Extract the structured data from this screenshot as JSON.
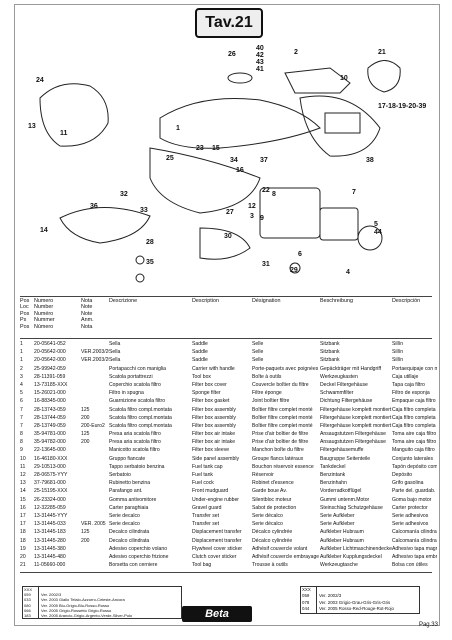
{
  "title": "Tav.21",
  "callouts": [
    "26",
    "40",
    "42",
    "43",
    "41",
    "2",
    "21",
    "24",
    "10",
    "11",
    "1",
    "17-18-19-20-39",
    "13",
    "25",
    "23",
    "15",
    "34",
    "37",
    "38",
    "16",
    "22",
    "8",
    "12",
    "7",
    "32",
    "9",
    "36",
    "33",
    "27",
    "3",
    "14",
    "5",
    "44",
    "30",
    "28",
    "31",
    "6",
    "29",
    "35",
    "4"
  ],
  "header": {
    "pos": [
      "Pos",
      "Loc",
      "Pos",
      "Ps",
      "Pos"
    ],
    "numero": [
      "Numero",
      "Number",
      "Numéro",
      "Nummer",
      "Número"
    ],
    "nota": [
      "Nota",
      "Note",
      "Note",
      "Anm.",
      "Nota"
    ],
    "it": "Descrizione",
    "en": "Description",
    "fr": "Désignation",
    "de": "Beschreibung",
    "es": "Descripción"
  },
  "rows": [
    [
      "1",
      "20-05641-052",
      "",
      "Sella",
      "Saddle",
      "Selle",
      "Sitzbank",
      "Sillín"
    ],
    [
      "1",
      "20-05642-000",
      "VER.2003/200",
      "Sella",
      "Saddle",
      "Selle",
      "Sitzbank",
      "Sillín"
    ],
    [
      "1",
      "20-05642-000",
      "VER.2003/200",
      "Sella",
      "Saddle",
      "Selle",
      "Sitzbank",
      "Sillín"
    ],
    [
      "2",
      "25-99942-059",
      "",
      "Portapacchi con maniglia",
      "Carrier with handle",
      "Porte-paquets avec poignées",
      "Gepäckträger mit Handgriff",
      "Portaequipaje con manilla"
    ],
    [
      "3",
      "28-11391-059",
      "",
      "Scatola portattrezzi",
      "Tool box",
      "Boîte à outils",
      "Werkzeugkasten",
      "Caja utillaje"
    ],
    [
      "4",
      "13-73185-XXX",
      "",
      "Coperchio scatola filtro",
      "Filter box cover",
      "Couvercle boîtier du filtre",
      "Deckel Filtergehäuse",
      "Tapa caja filtro"
    ],
    [
      "5",
      "15-26021-000",
      "",
      "Filtro in spugna",
      "Sponge filter",
      "Filtre éponge",
      "Schwammfilter",
      "Filtro de esponja"
    ],
    [
      "6",
      "16-88345-000",
      "",
      "Guarnizione scatola filtro",
      "Filter box gasket",
      "Joint boîtier filtre",
      "Dichtung Filtergehäuse",
      "Empaque caja filtro"
    ],
    [
      "7",
      "28-13743-059",
      "125",
      "Scatola filtro compl.montata",
      "Filter box assembly",
      "Boîtier filtre complet monté",
      "Filtergehäuse komplett montiert",
      "Caja filtro completa montada"
    ],
    [
      "7",
      "28-13744-059",
      "200",
      "Scatola filtro compl.montata",
      "Filter box assembly",
      "Boîtier filtre complet monté",
      "Filtergehäuse komplett montiert",
      "Caja filtro completa montada"
    ],
    [
      "7",
      "28-13749-059",
      "200-Euro2",
      "Scatola filtro compl.montata",
      "Filter box assembly",
      "Boîtier filtre complet monté",
      "Filtergehäuse komplett montiert",
      "Caja filtro completa montada"
    ],
    [
      "8",
      "35-94781-000",
      "125",
      "Presa aria scatola filtro",
      "Filter box air intake",
      "Prise d'air boîtier de filtre",
      "Ansaugstutzen Filtergehäuse",
      "Toma aire caja filtro"
    ],
    [
      "8",
      "35-94782-000",
      "200",
      "Presa aria scatola filtro",
      "Filter box air intake",
      "Prise d'air boîtier de filtre",
      "Ansaugstutzen Filtergehäuse",
      "Toma aire caja filtro"
    ],
    [
      "9",
      "22-13645-000",
      "",
      "Manicotto scatola filtro",
      "Filter box sleeve",
      "Manchon boîte du filtre",
      "Filtergehäusemuffe",
      "Manguito caja filtro"
    ],
    [
      "10",
      "16-46180-XXX",
      "",
      "Gruppo fiancate",
      "Side panel assembly",
      "Groupe flancs latéraux",
      "Baugruppe Seitenteile",
      "Conjunto laterales"
    ],
    [
      "11",
      "29-10513-000",
      "",
      "Tappo serbatoio benzina",
      "Fuel tank cap",
      "Bouchon réservoir essence",
      "Tankdeckel",
      "Tapón depósito combustible"
    ],
    [
      "12",
      "28-06575-YYY",
      "",
      "Serbatoio",
      "Fuel tank",
      "Réservoir",
      "Benzintank",
      "Depósito"
    ],
    [
      "13",
      "37-79681-000",
      "",
      "Rubinetto benzina",
      "Fuel cock",
      "Robinet d'essence",
      "Benzinhahn",
      "Grifo gasolina"
    ],
    [
      "14",
      "25-15195-XXX",
      "",
      "Parafango ant.",
      "Front mudguard",
      "Garde boue Av.",
      "Vorderradkotflügel",
      "Parte del. guardab."
    ],
    [
      "15",
      "26-23324-000",
      "",
      "Gomma antivomitore",
      "Under-engine rubber",
      "Silentbloc moteur",
      "Gummi untenm.Motor",
      "Goma bajo motor"
    ],
    [
      "16",
      "12-32285-059",
      "",
      "Carter paraghiaia",
      "Gravel guard",
      "Sabot de protection",
      "Steinschlag Schutzgehäuse",
      "Carter protector"
    ],
    [
      "17",
      "13-31445-YYY",
      "",
      "Serie decalco",
      "Transfer set",
      "Serie décalco",
      "Serie Aufkleber",
      "Serie adhesivos"
    ],
    [
      "17",
      "13-31445-033",
      "VER. 2005",
      "Serie decalco",
      "Transfer set",
      "Serie décalco",
      "Serie Aufkleber",
      "Serie adhesivos"
    ],
    [
      "18",
      "13-31445-183",
      "125",
      "Decalco cilindrata",
      "Displacement transfer",
      "Décalco cylindrée",
      "Aufkleber Hubraum",
      "Calcomanía cilindrada"
    ],
    [
      "18",
      "13-31445-280",
      "200",
      "Decalco cilindrata",
      "Displacement transfer",
      "Décalco cylindrée",
      "Aufkleber Hubraum",
      "Calcomanía cilindrada"
    ],
    [
      "19",
      "13-31445-380",
      "",
      "Adesivo coperchio volano",
      "Flywheel cover sticker",
      "Adhésif couvercle volant",
      "Aufkleber Lichtmaschinendeckel",
      "Adhesivo tapa magneto"
    ],
    [
      "20",
      "13-31445-480",
      "",
      "Adesivo coperchio frizione",
      "Clutch cover sticker",
      "Adhésif couvercle embrayage",
      "Aufkleber Kupplungsdeckel",
      "Adhesivo tapa embrague"
    ],
    [
      "21",
      "11-05660-000",
      "",
      "Borsetta con cerniere",
      "Tool bag",
      "Trousse à outils",
      "Werkzeugtasche",
      "Bolsa con útiles"
    ]
  ],
  "legend_left": {
    "head": [
      "XXX",
      ""
    ],
    "items": [
      [
        "059",
        "Ver. 2002/3"
      ],
      [
        "033",
        "Ver. 2003 Giallo Telaio-Azzurro-Celeste-Ancora"
      ],
      [
        "080",
        "Ver. 2005 Blu-Grigio-Blu-Rosso-Rosso"
      ],
      [
        "066",
        "Ver. 2005 Grigio-Rossetto Grigio-Rosso"
      ],
      [
        "183",
        "Ver. 2005 Arancio-Grigio-Argento-Verde-Silver-Polo"
      ]
    ]
  },
  "legend_right": {
    "head": "XXX",
    "items": [
      [
        "059",
        "Ver. 2002/3"
      ],
      [
        "078",
        "Ver. 2003 Grigio-Grau-Gris-Gris-Gris"
      ],
      [
        "044",
        "Ver. 2005 Rosso-Red-Rouge-Rot-Rojo"
      ]
    ]
  },
  "logo": "Beta",
  "page": "Pag.33"
}
